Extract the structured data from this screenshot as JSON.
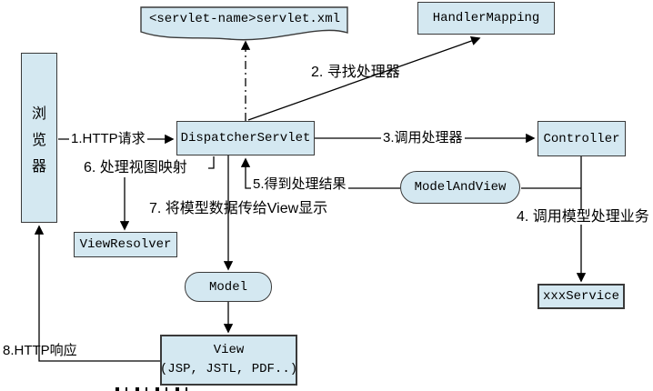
{
  "colors": {
    "node_fill": "#d4e8f1",
    "node_border": "#3a3a3a",
    "line": "#000000",
    "label": "#000000"
  },
  "nodes": {
    "browser": {
      "label": "浏览器",
      "chars": [
        "浏",
        "览",
        "器"
      ]
    },
    "servlet_xml": {
      "label": "<servlet-name>servlet.xml"
    },
    "handler_mapping": {
      "label": "HandlerMapping"
    },
    "dispatcher_servlet": {
      "label": "DispatcherServlet"
    },
    "controller": {
      "label": "Controller"
    },
    "model_and_view": {
      "label": "ModelAndView"
    },
    "xxx_service": {
      "label": "xxxService"
    },
    "view_resolver": {
      "label": "ViewResolver"
    },
    "model": {
      "label": "Model"
    },
    "view": {
      "label": "View",
      "sublabel": "(JSP, JSTL, PDF..)"
    }
  },
  "steps": {
    "s1": "1.HTTP请求",
    "s2": "2. 寻找处理器",
    "s3": "3.调用处理器",
    "s4": "4. 调用模型处理业务",
    "s5": "5.得到处理结果",
    "s6": "6. 处理视图映射",
    "s7": "7. 将模型数据传给View显示",
    "s8": "8.HTTP响应"
  }
}
